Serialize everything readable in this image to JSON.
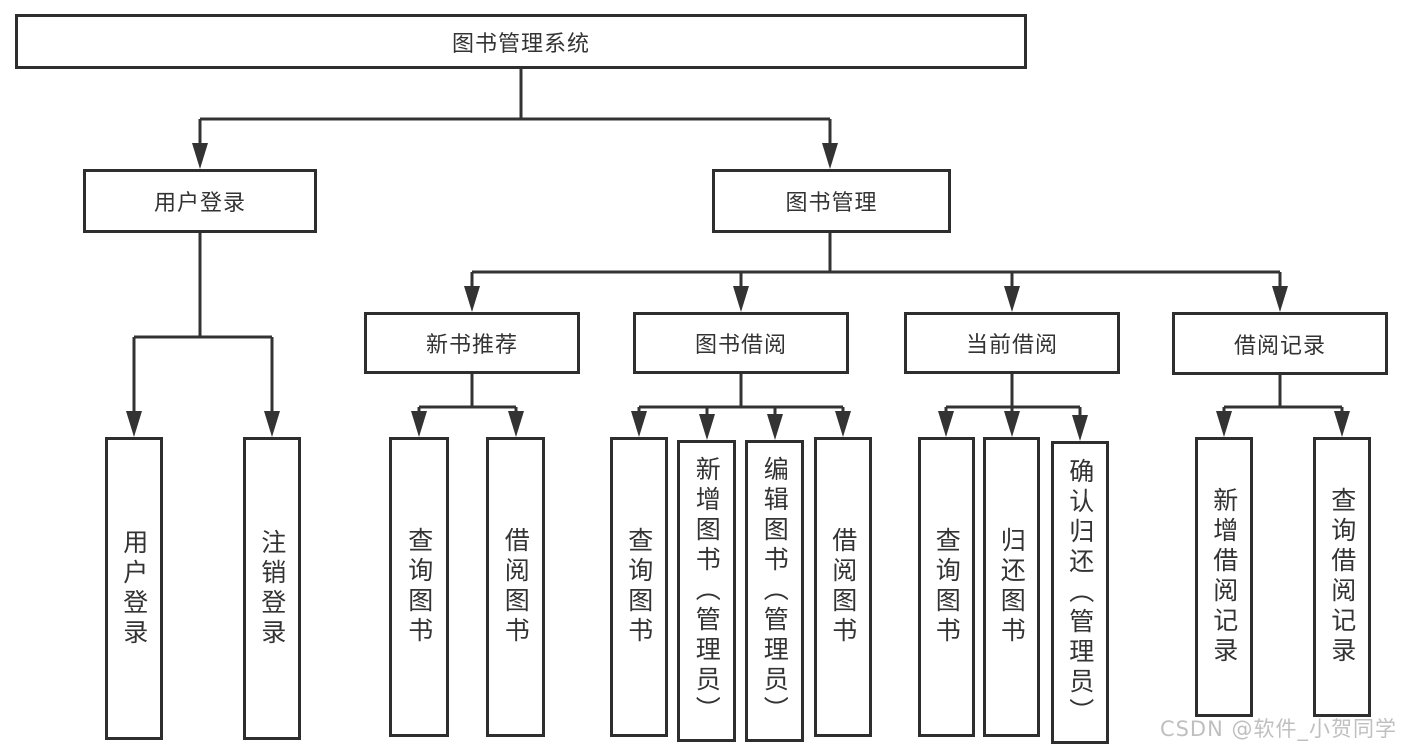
{
  "diagram": {
    "root": {
      "label": "图书管理系统"
    },
    "level2": [
      {
        "label": "用户登录",
        "children": [
          {
            "label": "用户登录"
          },
          {
            "label": "注销登录"
          }
        ]
      },
      {
        "label": "图书管理",
        "children": [
          {
            "label": "新书推荐",
            "children": [
              {
                "label": "查询图书"
              },
              {
                "label": "借阅图书"
              }
            ]
          },
          {
            "label": "图书借阅",
            "children": [
              {
                "label": "查询图书"
              },
              {
                "label": "新增图书（管理员）"
              },
              {
                "label": "编辑图书（管理员）"
              },
              {
                "label": "借阅图书"
              }
            ]
          },
          {
            "label": "当前借阅",
            "children": [
              {
                "label": "查询图书"
              },
              {
                "label": "归还图书"
              },
              {
                "label": "确认归还（管理员）"
              }
            ]
          },
          {
            "label": "借阅记录",
            "children": [
              {
                "label": "新增借阅记录"
              },
              {
                "label": "查询借阅记录"
              }
            ]
          }
        ]
      }
    ]
  },
  "watermark": {
    "text": "CSDN @软件_小贺同学"
  },
  "colors": {
    "line": "#333333",
    "box_border": "#2e2e2e",
    "text": "#333333",
    "watermark": "#b5b5b5",
    "background": "#ffffff"
  }
}
